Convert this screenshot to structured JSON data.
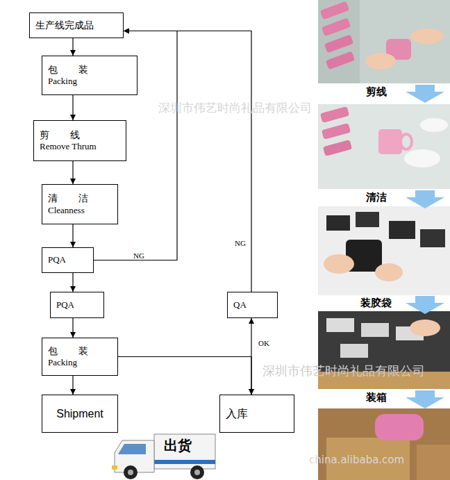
{
  "diagram": {
    "nodes": [
      {
        "text": [
          "生产线完成品"
        ]
      },
      {
        "text": [
          "包 装",
          "Packing"
        ]
      },
      {
        "text": [
          "剪 线",
          "Remove Thrum"
        ]
      },
      {
        "text": [
          "清 洁",
          "Cleanness"
        ]
      },
      {
        "text": [
          "PQA"
        ]
      },
      {
        "text": [
          "PQA"
        ]
      },
      {
        "text": [
          "包 装",
          "Packing"
        ]
      },
      {
        "text": [
          "Shipment"
        ]
      },
      {
        "text": [
          "QA"
        ]
      },
      {
        "text": [
          "入库"
        ]
      }
    ],
    "edges": [
      {
        "from": 0,
        "to": 1,
        "arrow": "to"
      },
      {
        "from": 1,
        "to": 2,
        "arrow": "to"
      },
      {
        "from": 2,
        "to": 3,
        "arrow": "to"
      },
      {
        "from": 3,
        "to": 4,
        "arrow": "to"
      },
      {
        "from": 4,
        "to": 5,
        "arrow": "to"
      },
      {
        "from": 5,
        "to": 6,
        "arrow": "to"
      },
      {
        "from": 6,
        "to": 7,
        "arrow": "to"
      },
      {
        "from": 4,
        "to": 0,
        "label": "NG",
        "arrow": "to"
      },
      {
        "from": 8,
        "to": 0,
        "label": "NG",
        "arrow": "to"
      },
      {
        "from": 6,
        "to": 9,
        "arrow": "to"
      },
      {
        "from": 9,
        "to": 8,
        "label": "OK",
        "arrow": "both"
      }
    ],
    "labels": [
      "深圳市伟艺时尚礼品有限公司",
      "剪线",
      "清洁",
      "装胶袋",
      "深圳市伟艺时尚礼品有限公司",
      "装箱",
      "出货",
      "china.alibaba.com"
    ]
  }
}
